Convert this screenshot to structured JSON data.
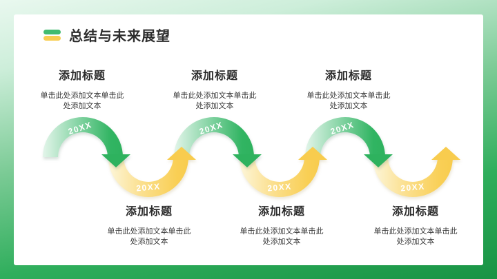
{
  "frame": {
    "gradient_top_color": "#e9f8ef",
    "gradient_bottom_color": "#189344",
    "card_color": "#ffffff"
  },
  "header": {
    "title": "总结与未来展望",
    "icon": "dual-bars-icon",
    "icon_bar_top_color": "#41bb70",
    "icon_bar_bottom_color": "#f8cd52"
  },
  "timeline": {
    "colors": {
      "green_arc": "#2eb25e",
      "green_arc_start": "#e3f5ea",
      "yellow_arc": "#f8cc4e",
      "yellow_arc_start": "#fdf6da",
      "year_text": "#ffffff"
    },
    "top_items": [
      {
        "title": "添加标题",
        "body": "单击此处添加文本单击此处添加文本",
        "year": "20XX"
      },
      {
        "title": "添加标题",
        "body": "单击此处添加文本单击此处添加文本",
        "year": "20XX"
      },
      {
        "title": "添加标题",
        "body": "单击此处添加文本单击此处添加文本",
        "year": "20XX"
      }
    ],
    "bottom_items": [
      {
        "title": "添加标题",
        "body": "单击此处添加文本单击此处添加文本",
        "year": "20XX"
      },
      {
        "title": "添加标题",
        "body": "单击此处添加文本单击此处添加文本",
        "year": "20XX"
      },
      {
        "title": "添加标题",
        "body": "单击此处添加文本单击此处添加文本",
        "year": "20XX"
      }
    ]
  }
}
